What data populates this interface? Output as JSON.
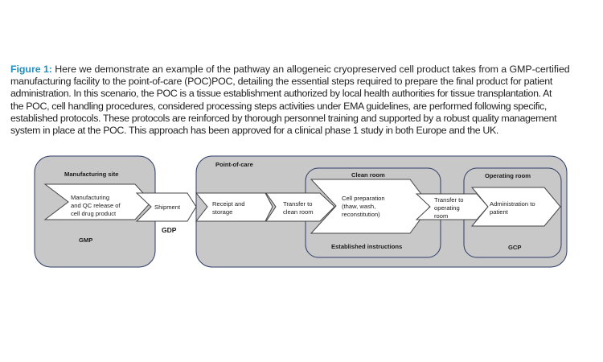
{
  "caption": {
    "label": "Figure 1:",
    "lines": [
      " Here we demonstrate an example of the pathway an allogeneic cryopreserved cell product takes from a GMP-certified",
      "manufacturing facility to the point-of-care (POC)POC, detailing the essential steps required to prepare the final product for patient",
      "administration. In this scenario, the POC is a tissue establishment authorized by local health authorities for tissue transplantation. At",
      "the POC, cell handling procedures, considered processing steps activities under EMA guidelines, are performed following specific,",
      "established protocols. These protocols are reinforced by thorough personnel training and supported by a robust quality management",
      "system in place at the POC. This approach has been approved for a clinical phase 1 study in both Europe and the UK."
    ]
  },
  "diagram": {
    "zones": {
      "manufacturing": {
        "title": "Manufacturing site",
        "footer": "GMP"
      },
      "poc": {
        "title": "Point-of-care"
      },
      "clean_room": {
        "title": "Clean room",
        "footer": "Established instructions"
      },
      "operating_room": {
        "title": "Operating room",
        "footer": "GCP"
      }
    },
    "gdp_label": "GDP",
    "steps": {
      "manufacturing": [
        "Manufacturing",
        "and QC release of",
        "cell drug product"
      ],
      "shipment": [
        "Shipment"
      ],
      "receipt": [
        "Receipt and",
        "storage"
      ],
      "transfer_clean": [
        "Transfer to",
        "clean room"
      ],
      "cell_prep": [
        "Cell preparation",
        "(thaw, wash,",
        "reconstitution)"
      ],
      "transfer_operating": [
        "Transfer to",
        "operating",
        "room"
      ],
      "administration": [
        "Administration to",
        "patient"
      ]
    },
    "colors": {
      "zone_fill": "#c8c8c8",
      "zone_stroke": "#2b3a67",
      "arrow_fill": "#ffffff",
      "arrow_stroke": "#444444"
    }
  }
}
